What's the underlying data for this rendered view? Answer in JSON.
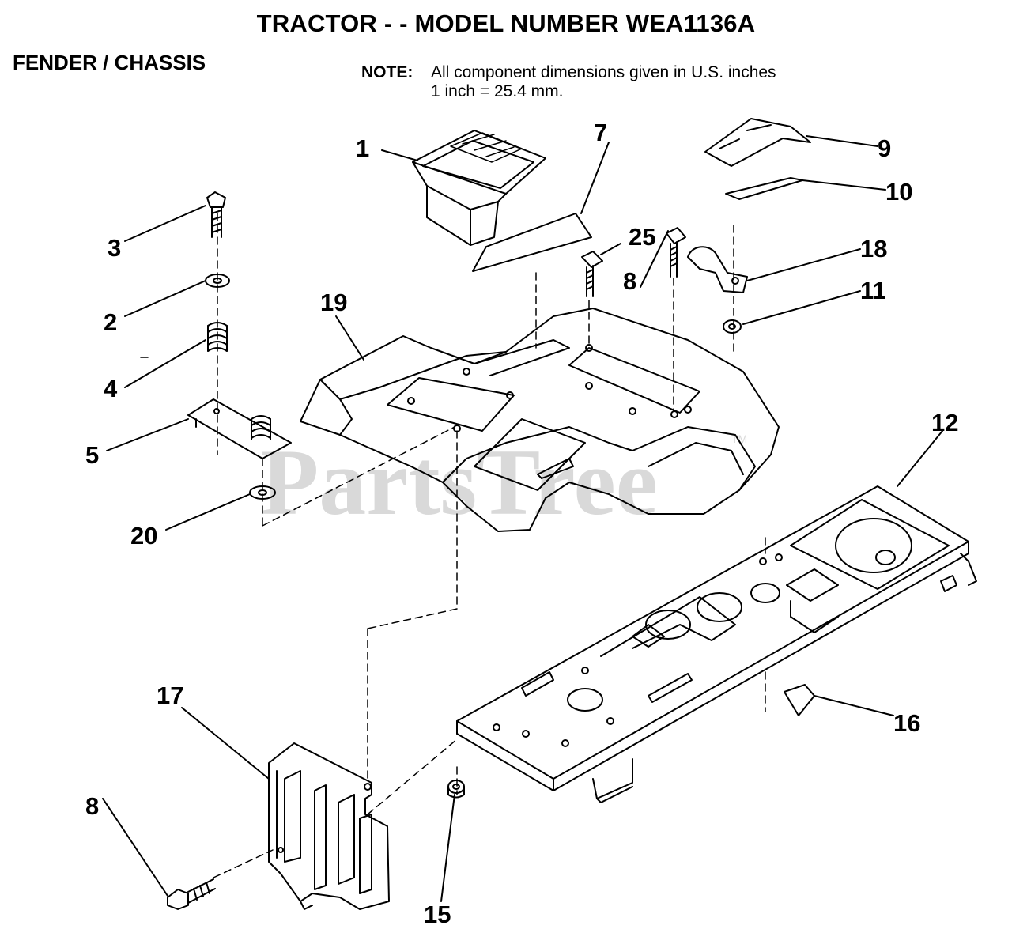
{
  "header": {
    "title": "TRACTOR - - MODEL NUMBER WEA1136A",
    "section": "FENDER / CHASSIS",
    "note_label": "NOTE:",
    "note_line1": "All component dimensions given in U.S. inches",
    "note_line2": "1 inch = 25.4 mm."
  },
  "watermark": {
    "text": "PartsTree",
    "tm": "TM"
  },
  "callouts": [
    "1",
    "2",
    "3",
    "4",
    "5",
    "7",
    "8",
    "8",
    "9",
    "10",
    "11",
    "12",
    "15",
    "16",
    "17",
    "18",
    "19",
    "20",
    "25"
  ]
}
